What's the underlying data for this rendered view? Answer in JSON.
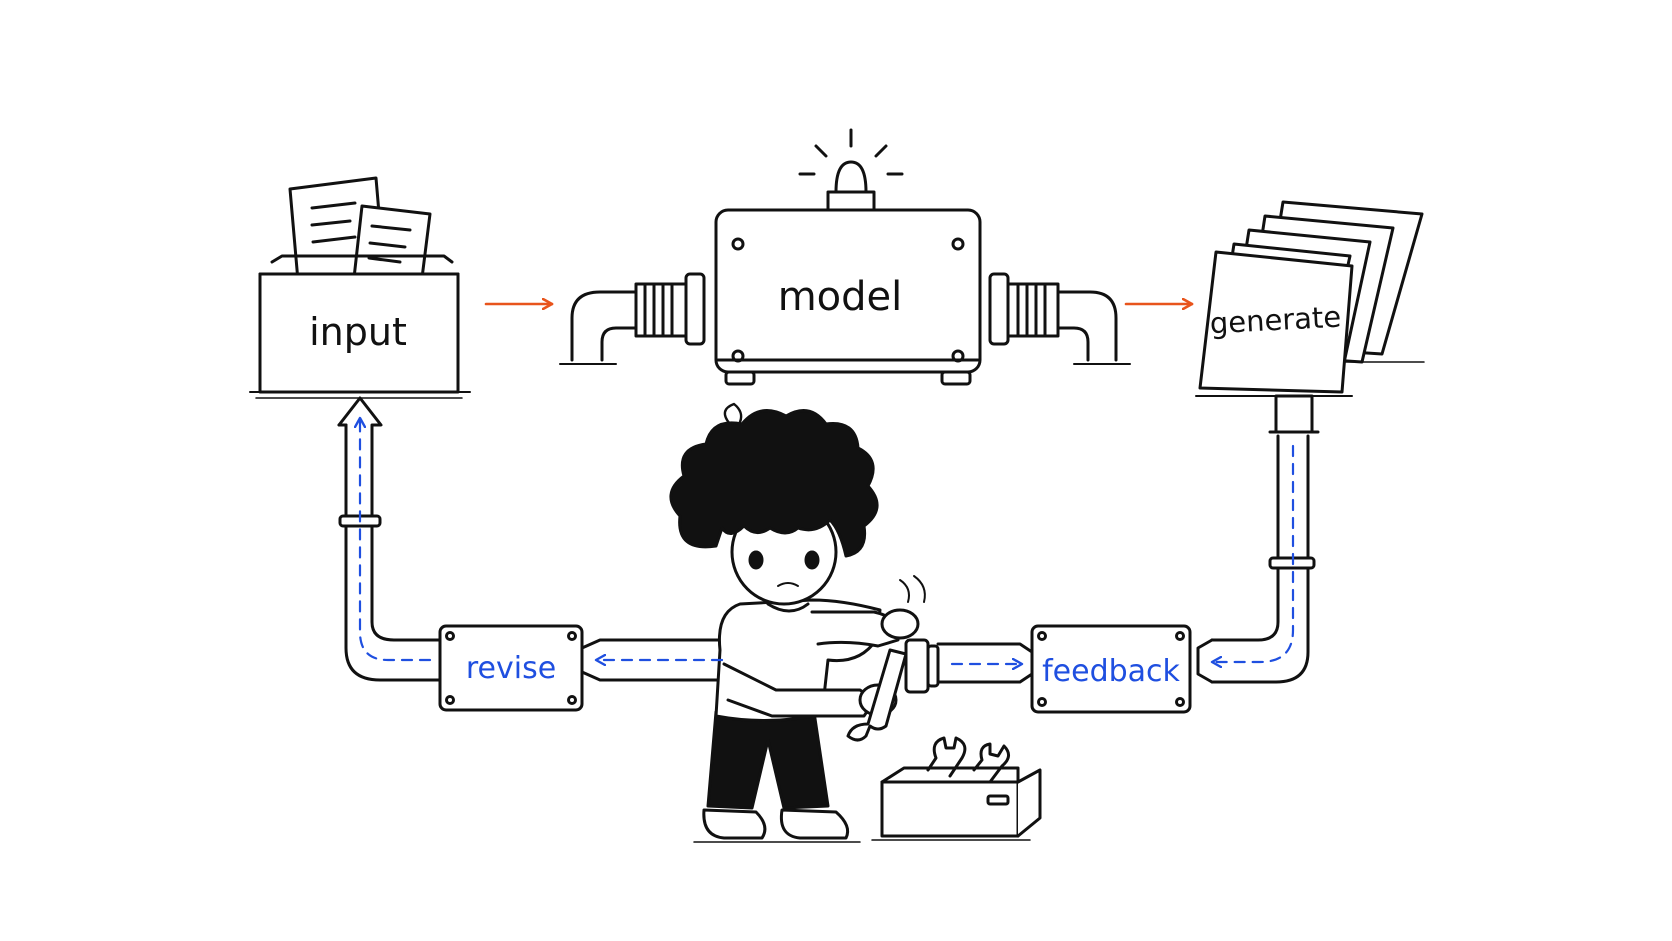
{
  "labels": {
    "input": "input",
    "model": "model",
    "generate": "generate",
    "revise": "revise",
    "feedback": "feedback"
  },
  "colors": {
    "ink": "#111111",
    "forward_arrow": "#e8541c",
    "loop_arrow": "#1f4fe0",
    "paper": "#ffffff"
  }
}
